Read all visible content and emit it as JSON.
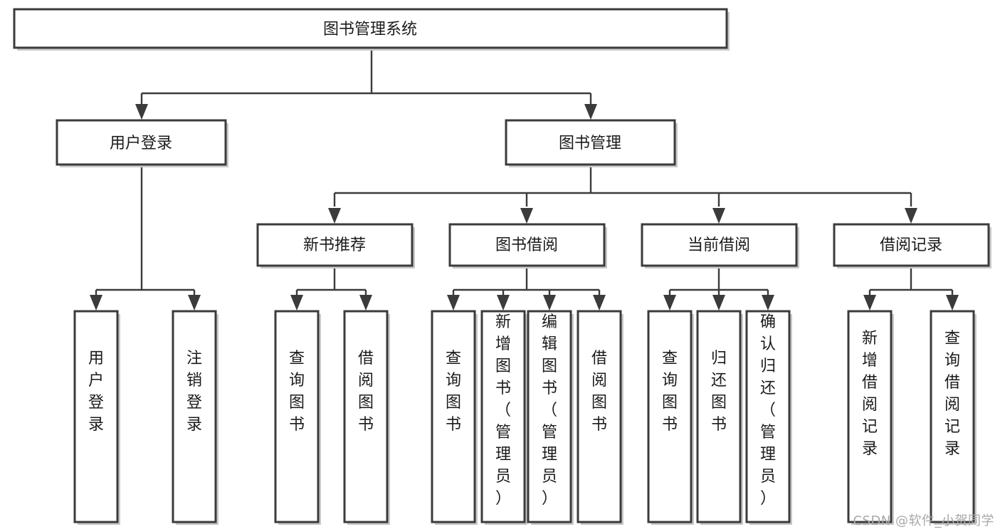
{
  "diagram": {
    "title": "图书管理系统",
    "type": "tree-hierarchy",
    "orientation": "top-down",
    "colors": {
      "stroke": "#3b3b3b",
      "fill": "#ffffff",
      "text": "#1b1b1b",
      "shadow": "#c9c9c9",
      "watermark": "#a8a8a8"
    },
    "root": {
      "id": "root",
      "label": "图书管理系统"
    },
    "level2": [
      {
        "id": "user-login",
        "label": "用户登录"
      },
      {
        "id": "book-manage",
        "label": "图书管理"
      }
    ],
    "level3": [
      {
        "id": "new-book-recommend",
        "label": "新书推荐",
        "parent": "book-manage"
      },
      {
        "id": "book-borrow",
        "label": "图书借阅",
        "parent": "book-manage"
      },
      {
        "id": "current-borrow",
        "label": "当前借阅",
        "parent": "book-manage"
      },
      {
        "id": "borrow-record",
        "label": "借阅记录",
        "parent": "book-manage"
      }
    ],
    "leaves": [
      {
        "id": "leaf-user-login",
        "label": "用户登录",
        "parent": "user-login"
      },
      {
        "id": "leaf-user-logout",
        "label": "注销登录",
        "parent": "user-login"
      },
      {
        "id": "leaf-query-book-1",
        "label": "查询图书",
        "parent": "new-book-recommend"
      },
      {
        "id": "leaf-borrow-book-1",
        "label": "借阅图书",
        "parent": "new-book-recommend"
      },
      {
        "id": "leaf-query-book-2",
        "label": "查询图书",
        "parent": "book-borrow"
      },
      {
        "id": "leaf-add-book",
        "label": "新增图书（管理员）",
        "parent": "book-borrow"
      },
      {
        "id": "leaf-edit-book",
        "label": "编辑图书（管理员）",
        "parent": "book-borrow"
      },
      {
        "id": "leaf-borrow-book-2",
        "label": "借阅图书",
        "parent": "book-borrow"
      },
      {
        "id": "leaf-query-book-3",
        "label": "查询图书",
        "parent": "current-borrow"
      },
      {
        "id": "leaf-return-book",
        "label": "归还图书",
        "parent": "current-borrow"
      },
      {
        "id": "leaf-confirm-return",
        "label": "确认归还（管理员）",
        "parent": "current-borrow"
      },
      {
        "id": "leaf-add-record",
        "label": "新增借阅记录",
        "parent": "borrow-record"
      },
      {
        "id": "leaf-query-record",
        "label": "查询借阅记录",
        "parent": "borrow-record"
      }
    ],
    "watermark": "CSDN @软件_小贺同学"
  }
}
